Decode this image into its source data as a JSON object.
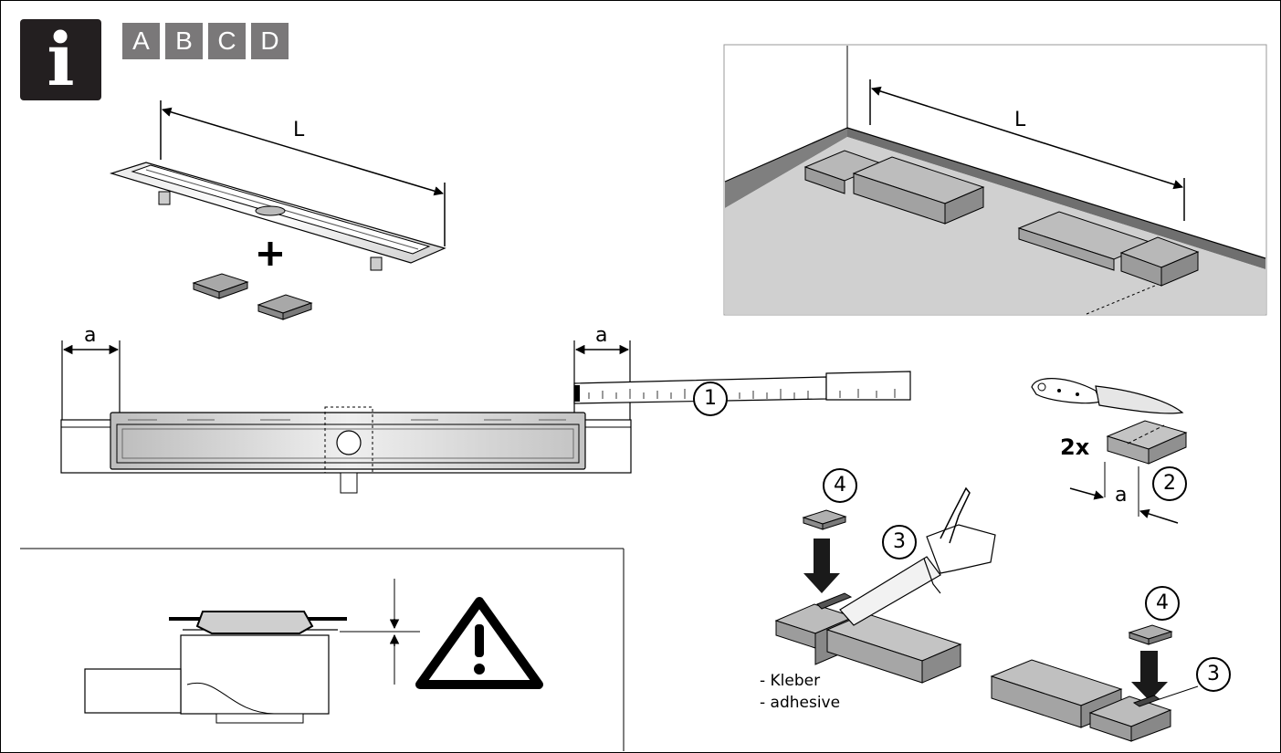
{
  "header": {
    "info_symbol": "i",
    "variants": [
      "A",
      "B",
      "C",
      "D"
    ]
  },
  "dimensions": {
    "length_label_top": "L",
    "length_label_room": "L",
    "offset_label_left": "a",
    "offset_label_right": "a",
    "offset_label_cut": "a"
  },
  "steps": {
    "step_1": "1",
    "step_2": "2",
    "step_3_a": "3",
    "step_3_b": "3",
    "step_4_a": "4",
    "step_4_b": "4"
  },
  "cut_quantity": "2x",
  "adhesive_labels": [
    "- Kleber",
    "- adhesive"
  ],
  "colors": {
    "panel_dark": "#231f20",
    "variant_gray": "#7a7879",
    "wall_gray": "#808080",
    "floor_gray": "#c8c8c8",
    "block_gray": "#b5b5b5"
  }
}
